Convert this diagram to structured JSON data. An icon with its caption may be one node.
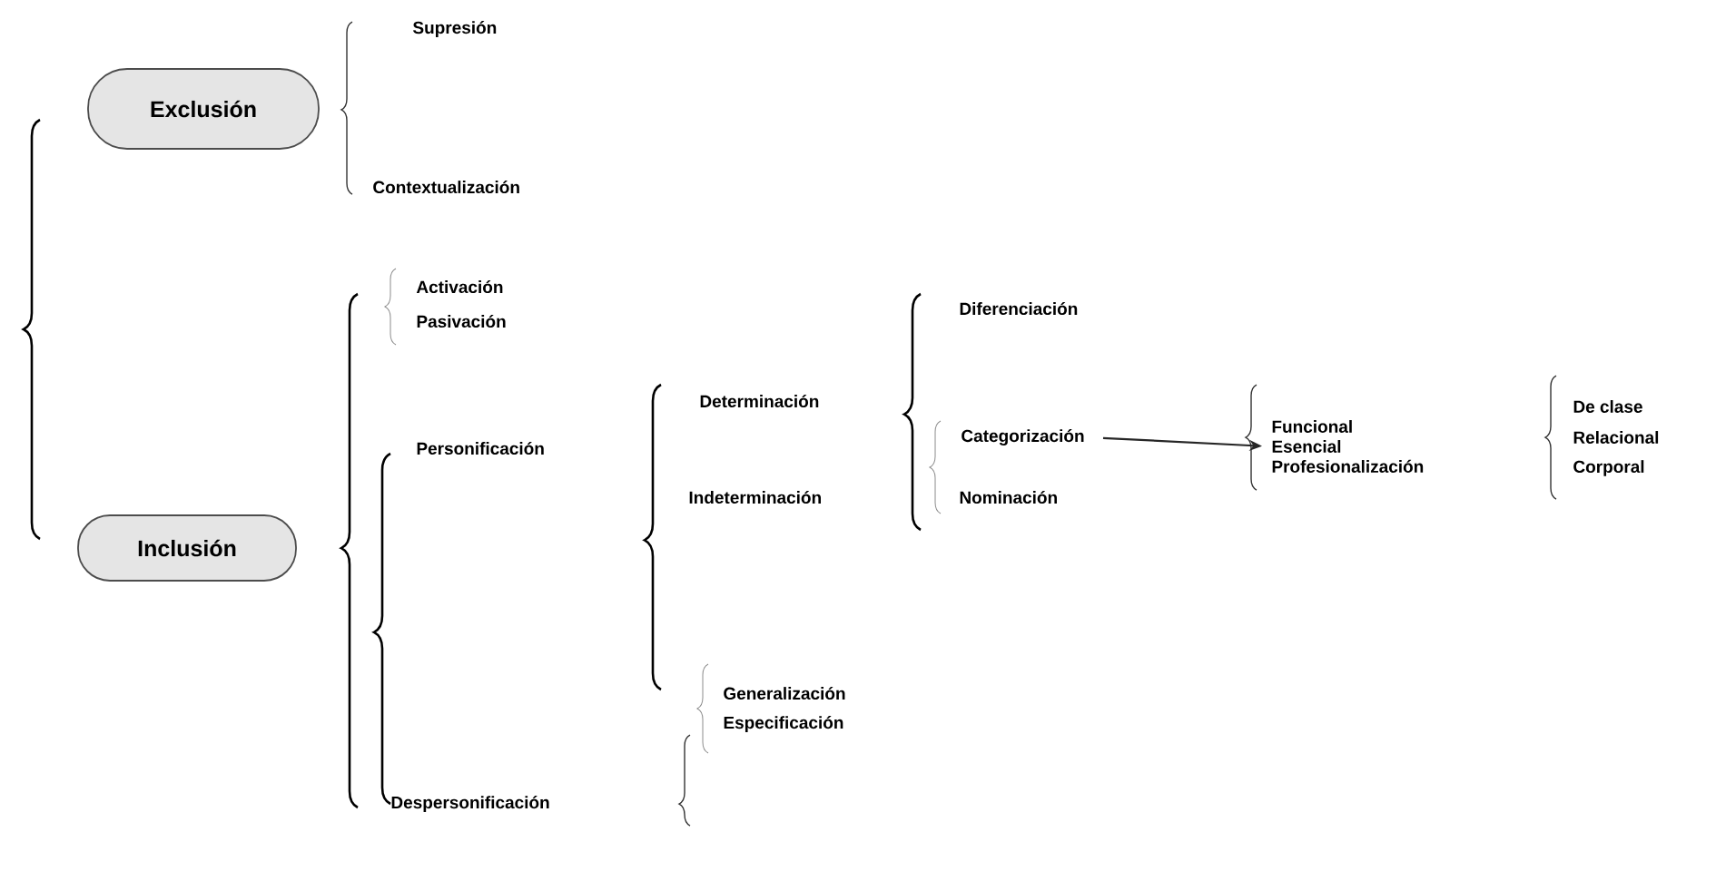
{
  "diagram": {
    "nodes": [
      {
        "text": [
          "Exclusión"
        ]
      },
      {
        "text": [
          "Inclusión"
        ]
      },
      {
        "text": [
          "Categorización"
        ]
      },
      {
        "text": [
          "Funcional",
          "Esencial",
          "Profesionalización"
        ]
      }
    ],
    "edges": [
      {
        "from": 2,
        "to": 3,
        "arrow": "to"
      }
    ],
    "labels": [
      "Supresión",
      "Contextualización",
      "Activación",
      "Pasivación",
      "Diferenciación",
      "Determinación",
      "De clase",
      "Relacional",
      "Corporal",
      "Personificación",
      "Indeterminación",
      "Nominación",
      "Generalización",
      "Especificación",
      "Despersonificación"
    ]
  }
}
